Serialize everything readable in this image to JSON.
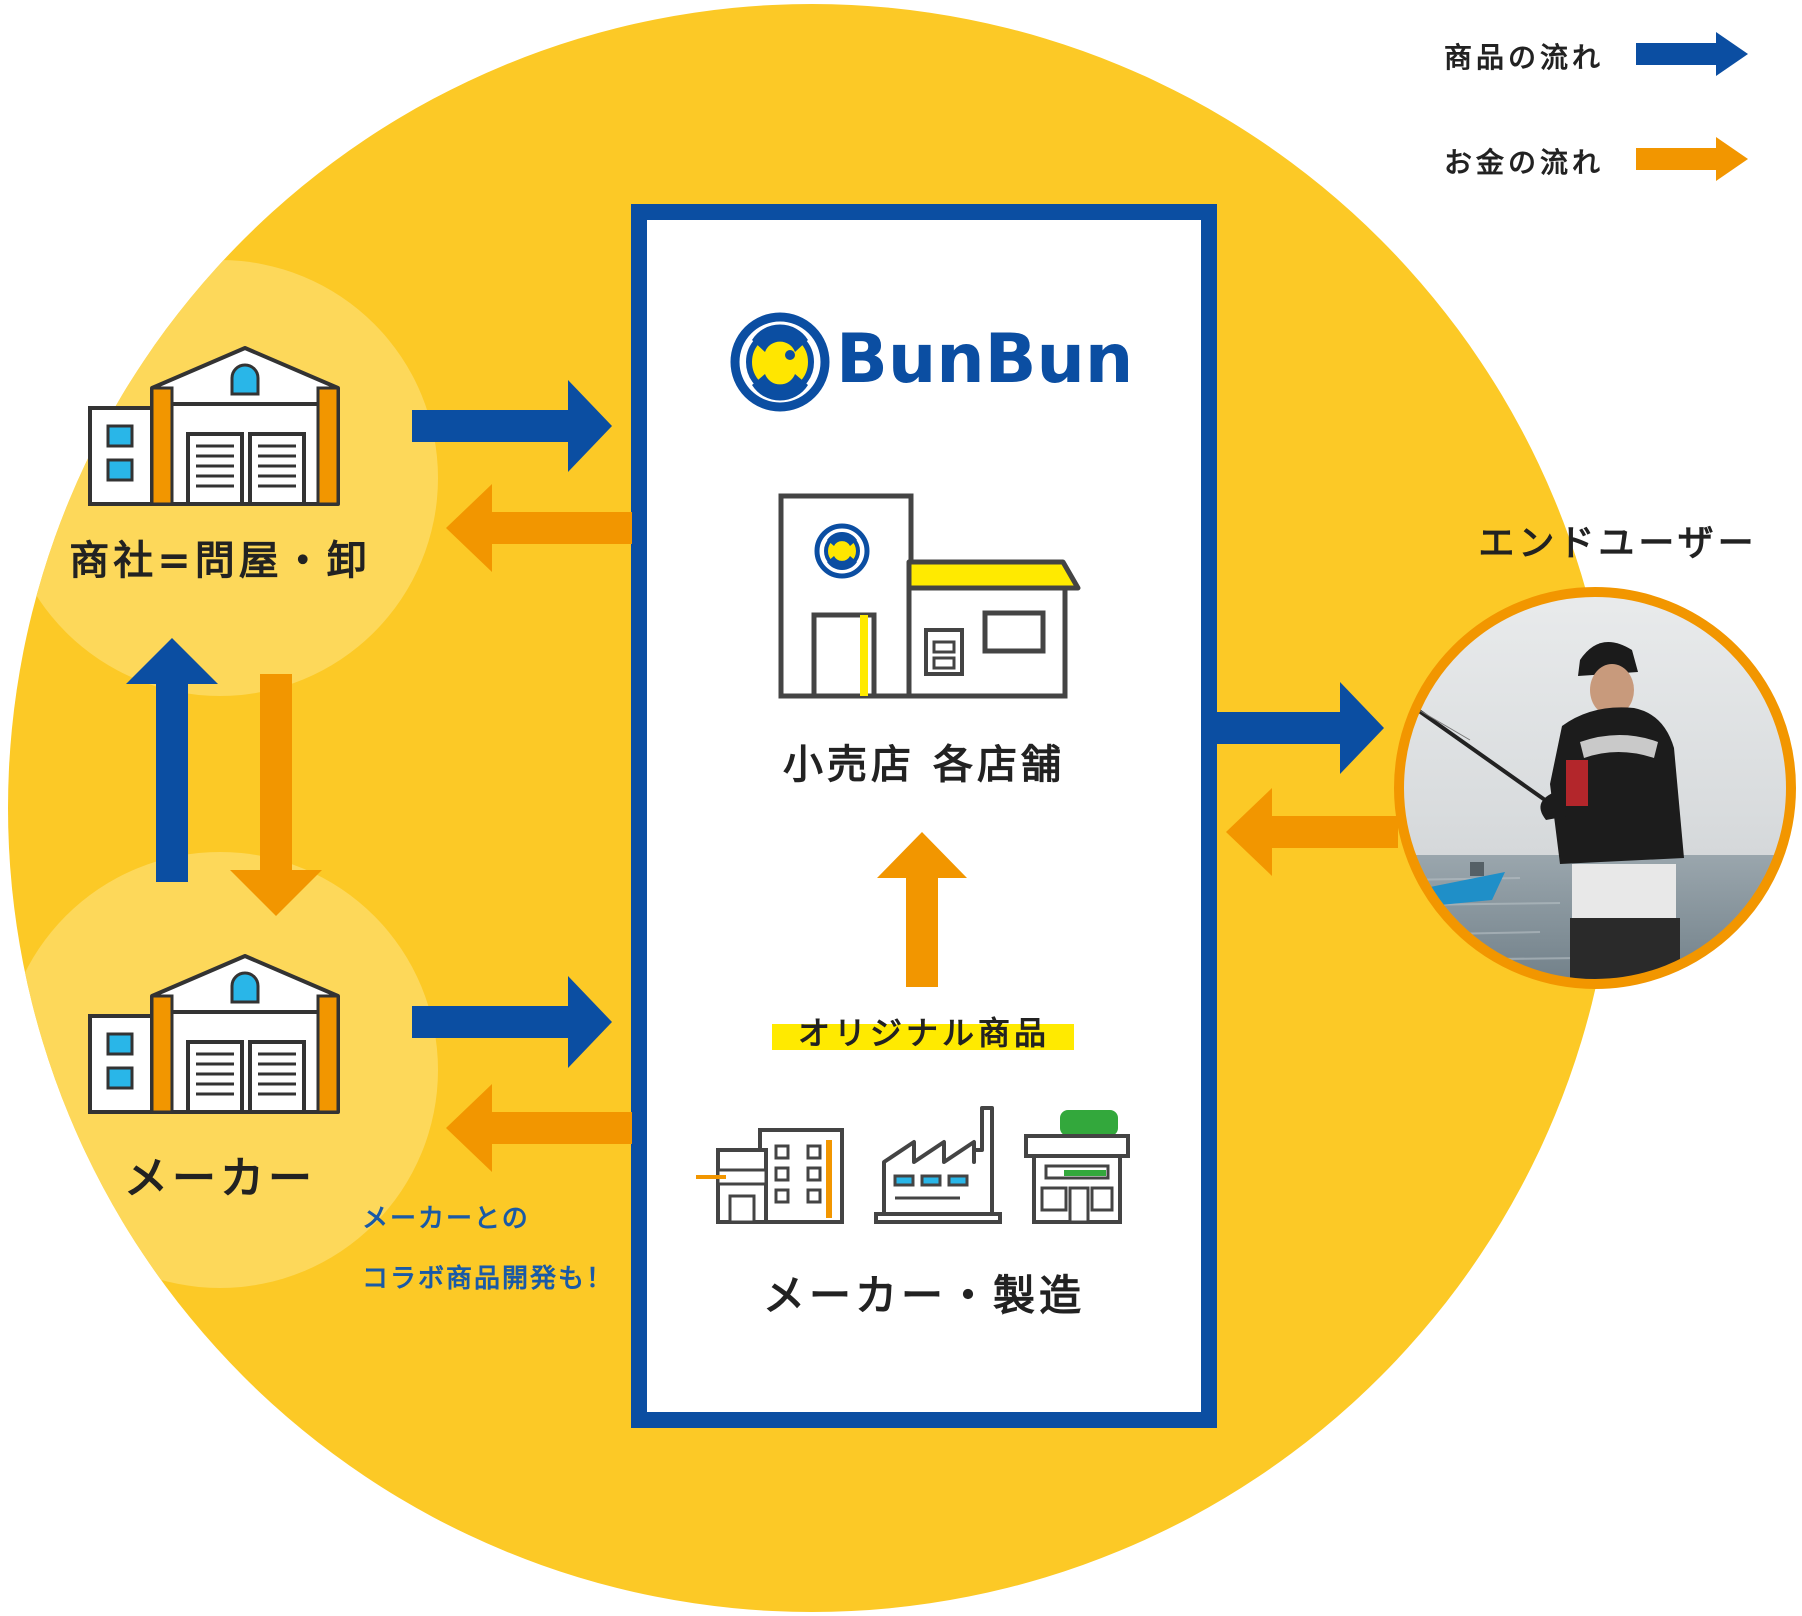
{
  "legend": {
    "goods_flow": "商品の流れ",
    "money_flow": "お金の流れ"
  },
  "colors": {
    "background_circle": "#fcc926",
    "goods_arrow": "#0b4ea2",
    "money_arrow": "#f29600",
    "center_border": "#0b4ea2",
    "highlight": "#ffea00"
  },
  "nodes": {
    "trading_company": "商社=問屋・卸",
    "maker": "メーカー",
    "end_user": "エンドユーザー",
    "retail": "小売店 各店舗",
    "original_goods": "オリジナル商品",
    "maker_manufacturing": "メーカー・製造"
  },
  "brand": {
    "logo_text": "BunBun"
  },
  "note": {
    "line1": "メーカーとの",
    "line2": "コラボ商品開発も！"
  }
}
